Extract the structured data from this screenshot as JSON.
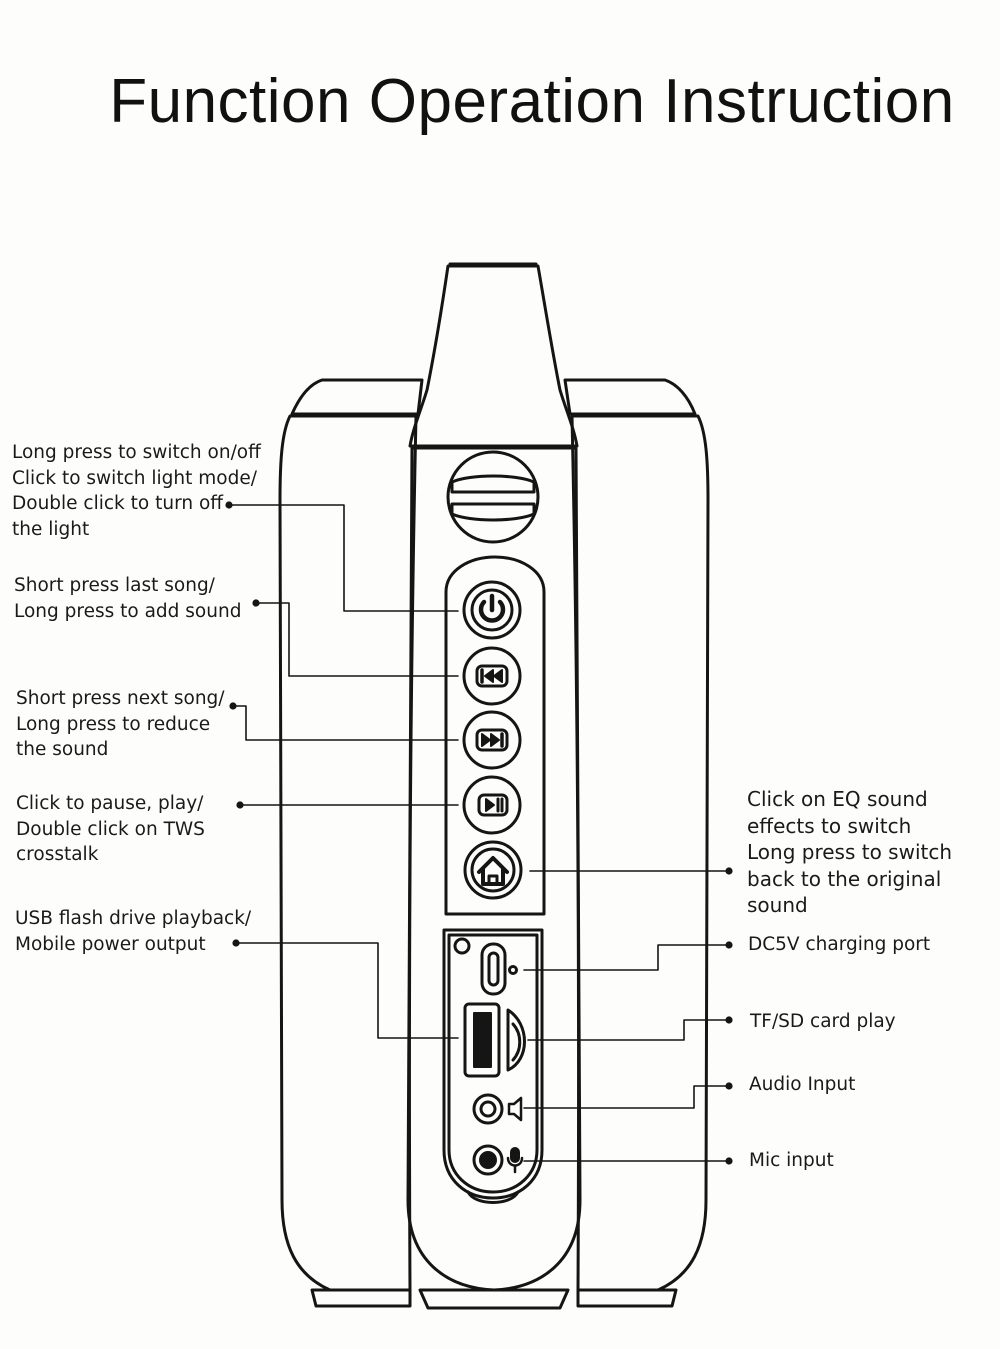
{
  "title": "Function Operation Instruction",
  "labels": {
    "power": [
      "Long press to switch on/off",
      "Click to switch light mode/",
      "Double click to turn off",
      "the light"
    ],
    "last": [
      "Short press last song/",
      "Long press to add sound"
    ],
    "next": [
      "Short press next song/",
      "Long press to reduce",
      "the sound"
    ],
    "play": [
      "Click to pause, play/",
      "Double click on TWS",
      "crosstalk"
    ],
    "usb": [
      "USB flash drive playback/",
      "Mobile power output"
    ],
    "eq": [
      "Click on EQ sound",
      "effects to switch",
      "Long press to switch",
      "back to the original",
      "sound"
    ],
    "dc": [
      "DC5V charging port"
    ],
    "tf": [
      "TF/SD card play"
    ],
    "audio": [
      "Audio Input"
    ],
    "mic": [
      "Mic input"
    ]
  },
  "colors": {
    "ink": "#151515",
    "background": "#fdfdfc"
  },
  "icons": [
    "power-icon",
    "previous-track-icon",
    "next-track-icon",
    "play-pause-icon",
    "home-eq-icon",
    "usb-c-port-icon",
    "usb-a-port-icon",
    "tf-card-slot-icon",
    "aux-jack-icon",
    "speaker-icon",
    "mic-jack-icon",
    "microphone-icon"
  ]
}
